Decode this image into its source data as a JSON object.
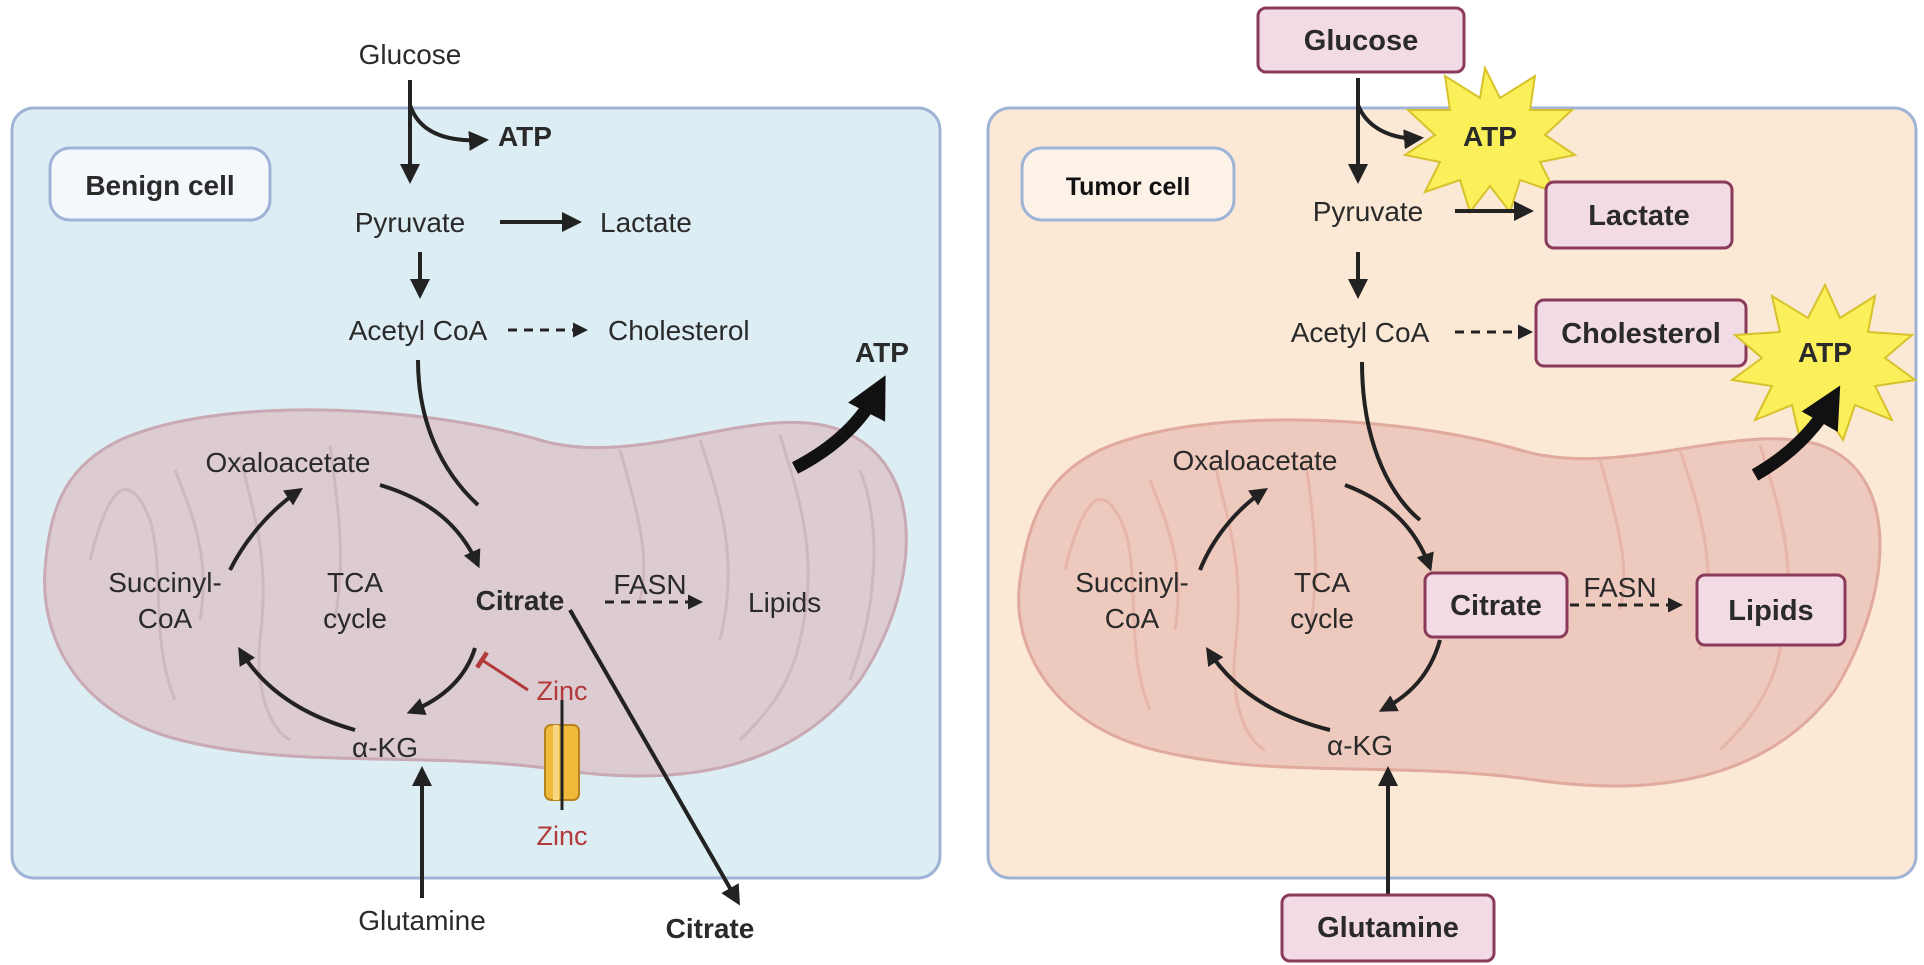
{
  "benign": {
    "badge": "Benign cell",
    "glucose": "Glucose",
    "atp_top": "ATP",
    "pyruvate": "Pyruvate",
    "lactate": "Lactate",
    "acetyl_coa": "Acetyl CoA",
    "cholesterol": "Cholesterol",
    "atp_right": "ATP",
    "oxaloacetate": "Oxaloacetate",
    "succinyl_coa_1": "Succinyl-",
    "succinyl_coa_2": "CoA",
    "tca_1": "TCA",
    "tca_2": "cycle",
    "citrate": "Citrate",
    "fasn": "FASN",
    "lipids": "Lipids",
    "zinc_inner": "Zinc",
    "zinc_outer": "Zinc",
    "akg": "α-KG",
    "glutamine": "Glutamine",
    "citrate_out": "Citrate"
  },
  "tumor": {
    "badge": "Tumor  cell",
    "glucose": "Glucose",
    "atp_top": "ATP",
    "pyruvate": "Pyruvate",
    "lactate": "Lactate",
    "acetyl_coa": "Acetyl CoA",
    "cholesterol": "Cholesterol",
    "atp_right": "ATP",
    "oxaloacetate": "Oxaloacetate",
    "succinyl_coa_1": "Succinyl-",
    "succinyl_coa_2": "CoA",
    "tca_1": "TCA",
    "tca_2": "cycle",
    "citrate": "Citrate",
    "fasn": "FASN",
    "lipids": "Lipids",
    "akg": "α-KG",
    "glutamine": "Glutamine"
  },
  "colors": {
    "benign_bg": "#dcedf3",
    "tumor_bg": "#fbe8d5",
    "cell_border": "#9fb3d6",
    "mito_benign": "#dccbd0",
    "mito_tumor": "#eec9bd",
    "box_fill": "#f3dbe6",
    "box_border": "#8a3a5a",
    "starburst": "#fbef5a",
    "zinc_red": "#b23a3a",
    "channel": "#f0b93a"
  }
}
